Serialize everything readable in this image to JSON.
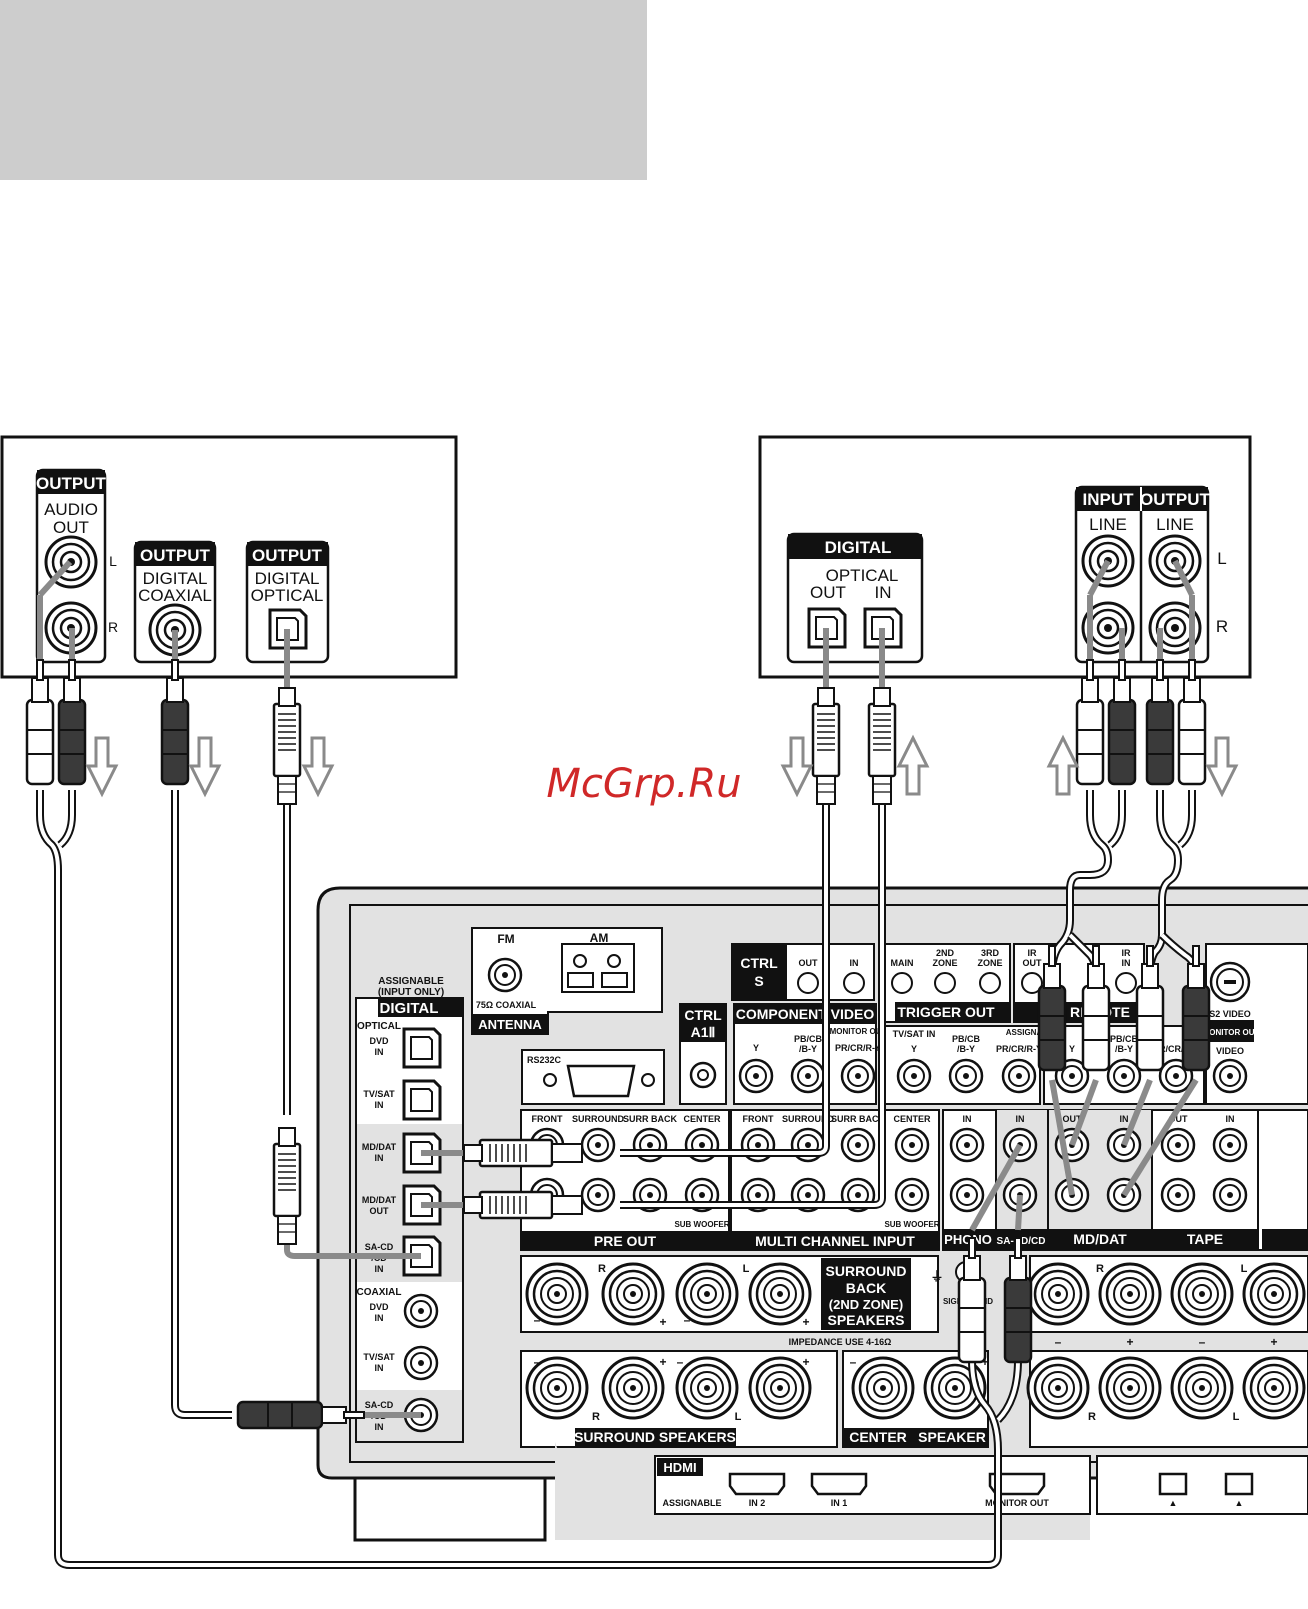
{
  "device_left": {
    "audio_out": {
      "header": "OUTPUT",
      "line1": "AUDIO",
      "line2": "OUT",
      "ch_l": "L",
      "ch_r": "R"
    },
    "coaxial": {
      "header": "OUTPUT",
      "line1": "DIGITAL",
      "line2": "COAXIAL"
    },
    "optical": {
      "header": "OUTPUT",
      "line1": "DIGITAL",
      "line2": "OPTICAL"
    }
  },
  "device_right": {
    "digital": {
      "header": "DIGITAL",
      "sub": "OPTICAL",
      "out": "OUT",
      "in": "IN"
    },
    "input": {
      "header": "INPUT",
      "line": "LINE"
    },
    "output": {
      "header": "OUTPUT",
      "line": "LINE"
    },
    "ch_l": "L",
    "ch_r": "R"
  },
  "watermark": "McGrp.Ru",
  "receiver": {
    "assignable": "ASSIGNABLE",
    "input_only": "(INPUT ONLY)",
    "digital": "DIGITAL",
    "optical": "OPTICAL",
    "coaxial": "COAXIAL",
    "opt_jacks": [
      {
        "l1": "DVD",
        "l2": "IN"
      },
      {
        "l1": "TV/SAT",
        "l2": "IN"
      },
      {
        "l1": "MD/DAT",
        "l2": "IN"
      },
      {
        "l1": "MD/DAT",
        "l2": "OUT"
      },
      {
        "l1": "SA-CD",
        "l2": "/CD",
        "l3": "IN"
      }
    ],
    "coax_jacks": [
      {
        "l1": "DVD",
        "l2": "IN"
      },
      {
        "l1": "TV/SAT",
        "l2": "IN"
      },
      {
        "l1": "SA-CD",
        "l2": "/CD",
        "l3": "IN"
      }
    ],
    "fm": "FM",
    "coaxial_75": "75Ω COAXIAL",
    "am": "AM",
    "antenna": "ANTENNA",
    "rs232c": "RS232C",
    "ctrl_s_1": "CTRL",
    "ctrl_s_2": "S",
    "ctrl_s_out": "OUT",
    "ctrl_s_in": "IN",
    "ctrl_a1_1": "CTRL",
    "ctrl_a1_2": "A1Ⅱ",
    "trigger_main": "MAIN",
    "trigger_2nd_1": "2ND",
    "trigger_2nd_2": "ZONE",
    "trigger_3rd_1": "3RD",
    "trigger_3rd_2": "ZONE",
    "trigger_out": "TRIGGER OUT",
    "ir_out_1": "IR",
    "ir_out_2": "OUT",
    "ir_in_1": "IR",
    "ir_in_2": "IN",
    "remote": "REMOTE",
    "component_video": "COMPONENT VIDEO",
    "y": "Y",
    "pb_1": "PB/CB",
    "pb_2": "/B-Y",
    "pr": "PR/CR/R-Y",
    "monitor_out": "MONITOR OUT",
    "tv_sat_in": "TV/SAT IN",
    "assignable_short": "ASSIGNABLE",
    "s2_video": "S2 VIDEO",
    "monitor_out_2": "MONITOR OUT",
    "video": "VIDEO",
    "front": "FRONT",
    "surround": "SURROUND",
    "surr_back": "SURR BACK",
    "center": "CENTER",
    "sub_woofer": "SUB WOOFER",
    "pre_out": "PRE OUT",
    "multi_channel_input": "MULTI CHANNEL INPUT",
    "in": "IN",
    "out": "OUT",
    "phono": "PHONO",
    "sacd": "SA-CD/CD",
    "md_dat": "MD/DAT",
    "tape": "TAPE",
    "signal_gnd": "SIGNAL GND",
    "sb_line1": "SURROUND",
    "sb_line2": "BACK",
    "sb_line3": "(2ND ZONE)",
    "sb_line4": "SPEAKERS",
    "impedance": "IMPEDANCE USE 4-16Ω",
    "surround_speakers": "SURROUND SPEAKERS",
    "center_speaker": "CENTER",
    "speaker": "SPEAKER",
    "ch_r": "R",
    "ch_l": "L",
    "plus": "+",
    "minus": "–",
    "hdmi": "HDMI",
    "hdmi_assignable": "ASSIGNABLE",
    "hdmi_in2": "IN 2",
    "hdmi_in1": "IN 1",
    "hdmi_monitor_out": "MONITOR OUT"
  },
  "colors": {
    "panel": "#e2e2e2",
    "header_box": "#cdcdcd",
    "cable_dark": "#262626",
    "cable_grey": "#8a8a8a",
    "watermark": "#d02828"
  }
}
